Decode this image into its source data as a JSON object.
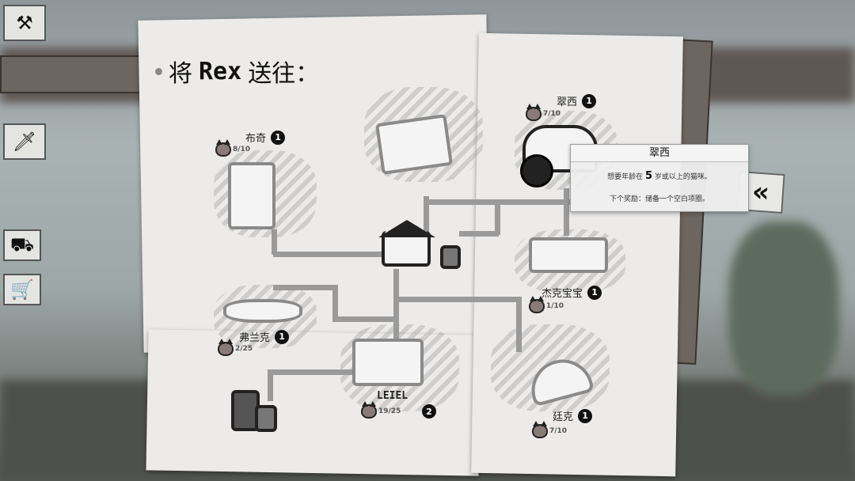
{
  "title": {
    "prefix": "将",
    "pet": "Rex",
    "suffix": "送往："
  },
  "side_menu": [
    {
      "icon": "hammer-wrench-icon"
    },
    {
      "icon": "tools-bag-icon"
    },
    {
      "icon": "shop-swap-icon"
    },
    {
      "icon": "cart-swap-icon"
    }
  ],
  "locations": [
    {
      "name": "布奇",
      "badge": "1",
      "count": "8/10"
    },
    {
      "name": "翠西",
      "badge": "1",
      "count": "7/10"
    },
    {
      "name": "杰克宝宝",
      "badge": "1",
      "count": "1/10"
    },
    {
      "name": "弗兰克",
      "badge": "1",
      "count": "2/25"
    },
    {
      "name": "LEIEL",
      "badge": "2",
      "count": "19/25"
    },
    {
      "name": "廷克",
      "badge": "1",
      "count": "7/10"
    }
  ],
  "tooltip": {
    "title": "翠西",
    "req_prefix": "想要年龄在",
    "req_age": "5",
    "req_suffix": "岁或以上的猫咪。",
    "reward": "下个奖励：储备一个空白项圈。"
  },
  "back_button": {
    "icon": "double-chevron-left-icon"
  }
}
